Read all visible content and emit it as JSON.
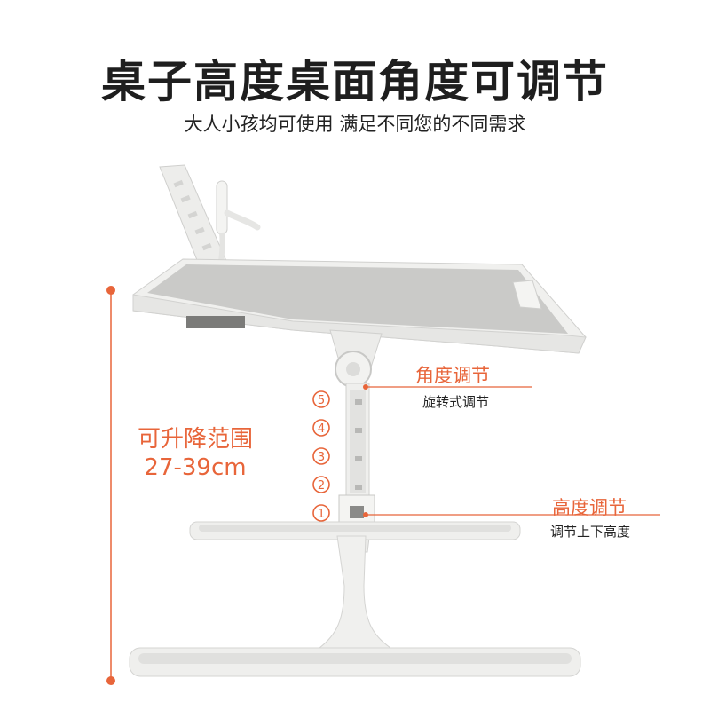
{
  "title": "桌子高度桌面角度可调节",
  "subtitle": "大人小孩均可使用 满足不同您的不同需求",
  "range": {
    "title": "可升降范围",
    "value": "27-39cm"
  },
  "angle": {
    "title": "角度调节",
    "desc": "旋转式调节"
  },
  "height": {
    "title": "高度调节",
    "desc": "调节上下高度"
  },
  "levels": [
    "5",
    "4",
    "3",
    "2",
    "1"
  ],
  "colors": {
    "accent": "#e8653a",
    "table": "#c9c9c7",
    "frame": "#e4e4e4"
  }
}
